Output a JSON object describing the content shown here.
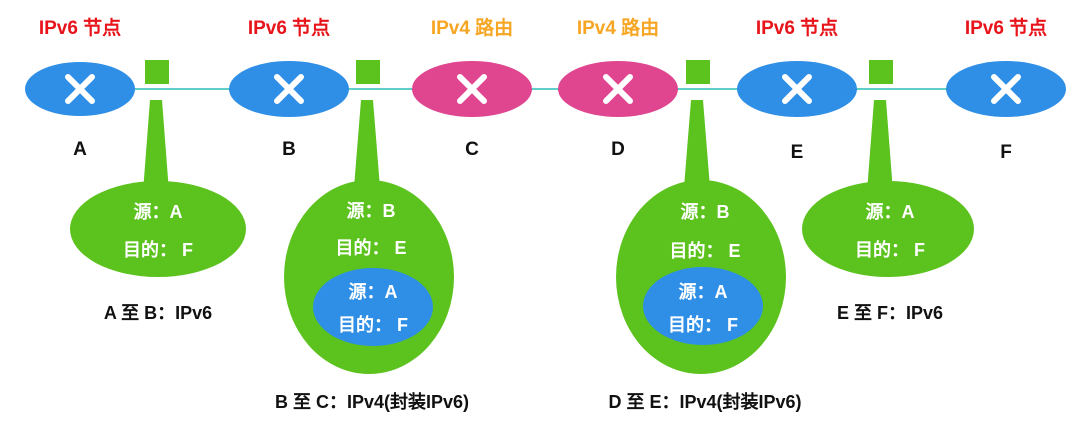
{
  "colors": {
    "ipv6_node": "#2f8fe6",
    "ipv4_router": "#e0458f",
    "tunnel_box": "#5cc21e",
    "link": "#5ecfc8",
    "title_ipv6": "#e8141b",
    "title_ipv4": "#f6a623"
  },
  "nodes": [
    {
      "id": "A",
      "title": "IPv6 节点",
      "kind": "ipv6",
      "label": "A"
    },
    {
      "id": "B",
      "title": "IPv6 节点",
      "kind": "ipv6",
      "label": "B"
    },
    {
      "id": "C",
      "title": "IPv4 路由",
      "kind": "ipv4",
      "label": "C"
    },
    {
      "id": "D",
      "title": "IPv4 路由",
      "kind": "ipv4",
      "label": "D"
    },
    {
      "id": "E",
      "title": "IPv6 节点",
      "kind": "ipv6",
      "label": "E"
    },
    {
      "id": "F",
      "title": "IPv6 节点",
      "kind": "ipv6",
      "label": "F"
    }
  ],
  "packets": [
    {
      "id": "ab",
      "src": "源：A",
      "dst": "目的： F",
      "caption": "A 至 B：IPv6"
    },
    {
      "id": "bc",
      "src": "源：B",
      "dst": "目的： E",
      "inner_src": "源：A",
      "inner_dst": "目的： F",
      "caption": "B 至 C：IPv4(封装IPv6)"
    },
    {
      "id": "de",
      "src": "源：B",
      "dst": "目的： E",
      "inner_src": "源：A",
      "inner_dst": "目的： F",
      "caption": "D 至 E：IPv4(封装IPv6)"
    },
    {
      "id": "ef",
      "src": "源：A",
      "dst": "目的： F",
      "caption": "E 至 F：IPv6"
    }
  ]
}
